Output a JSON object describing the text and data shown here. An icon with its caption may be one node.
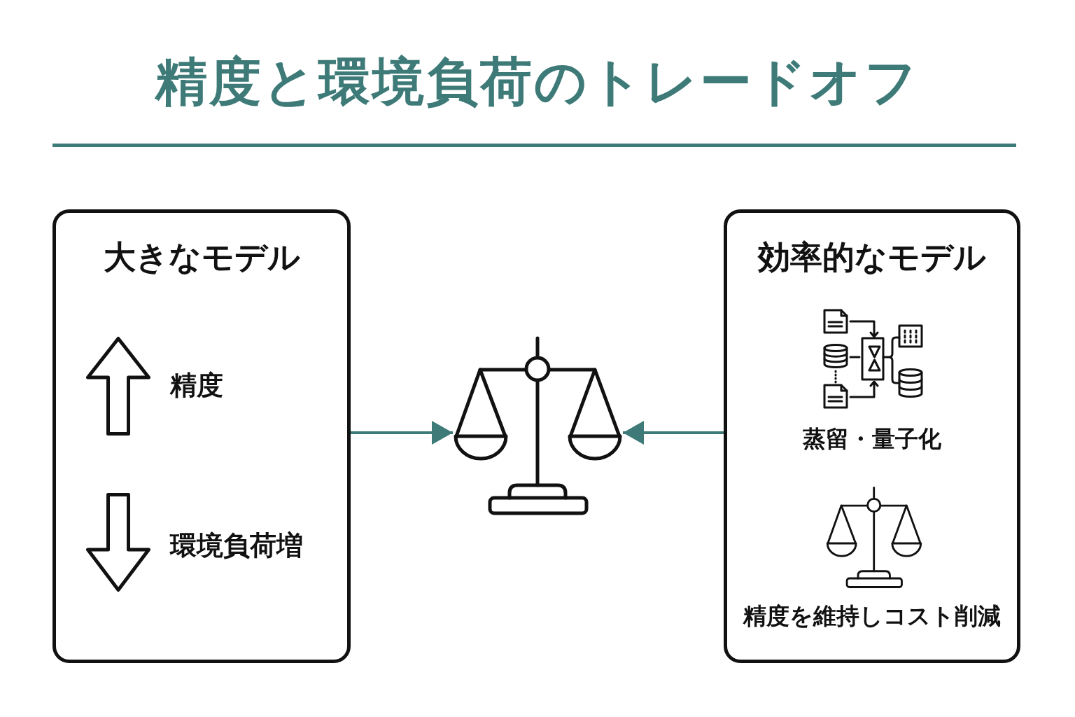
{
  "diagram": {
    "title": "精度と環境負荷のトレードオフ",
    "nodes": [
      {
        "text": [
          "大きなモデル",
          "精度",
          "環境負荷増"
        ]
      },
      {
        "text": [
          "効率的なモデル",
          "蒸留・量子化",
          "精度を維持しコスト削減"
        ]
      },
      {
        "text": [],
        "shape": "picture"
      }
    ],
    "edges": [
      {
        "from": 0,
        "to": 2,
        "arrow": "to"
      },
      {
        "from": 1,
        "to": 2,
        "arrow": "to"
      }
    ]
  }
}
